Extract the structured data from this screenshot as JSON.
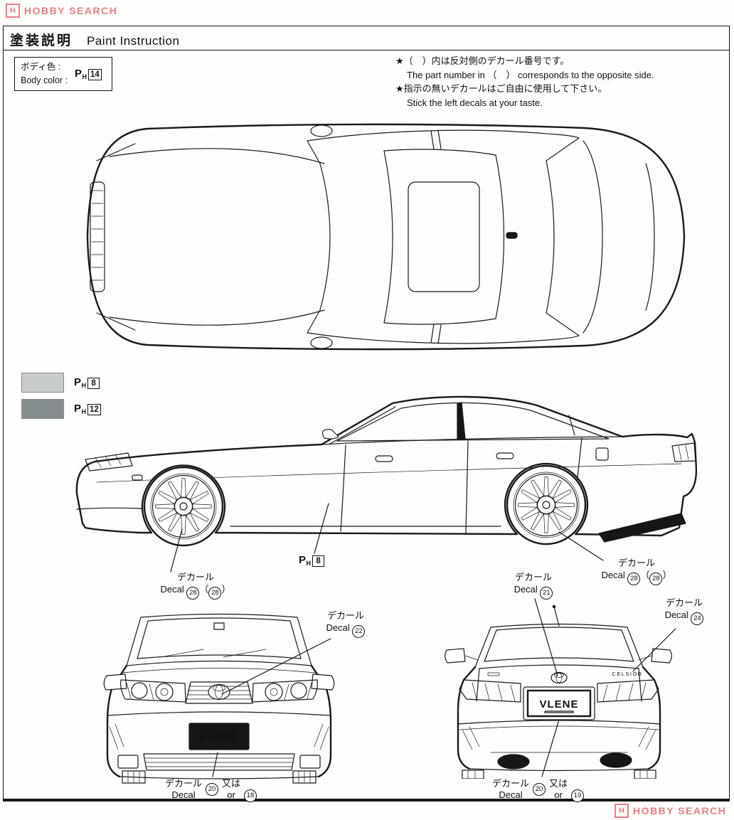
{
  "logo": {
    "h": "H",
    "text": "HOBBY SEARCH"
  },
  "title": {
    "jp": "塗装説明",
    "en": "Paint Instruction"
  },
  "body_color": {
    "jp": "ボディ色 :",
    "en": "Body color :",
    "p": "P",
    "h": "H",
    "num": "14"
  },
  "notes": {
    "l1_jp": "★（　）内は反対側のデカール番号です。",
    "l1_en": "The part number in （　） corresponds to the opposite side.",
    "l2_jp": "★指示の無いデカールはご自由に使用して下さい。",
    "l2_en": "Stick the left decals at your taste."
  },
  "swatches": [
    {
      "p": "P",
      "h": "H",
      "num": "8",
      "color": "#c9cdc9"
    },
    {
      "p": "P",
      "h": "H",
      "num": "12",
      "color": "#868d8f"
    }
  ],
  "ph8_callout": {
    "p": "P",
    "h": "H",
    "num": "8"
  },
  "callouts": {
    "jp": "デカール",
    "en": "Decal",
    "or_jp": "又は",
    "or_en": "or",
    "paren_open": "（",
    "paren_close": "）",
    "wheel_front": {
      "num": "28",
      "paren_num": "28"
    },
    "wheel_rear": {
      "num": "28",
      "paren_num": "28"
    },
    "trunk": {
      "num": "21"
    },
    "rear_side": {
      "num": "24"
    },
    "grille": {
      "num": "22"
    },
    "front_plate": {
      "num_a": "20",
      "num_b": "18"
    },
    "rear_plate": {
      "num_a": "20",
      "num_b": "19"
    }
  },
  "plates": {
    "front": "VLENE",
    "rear": "VLENE"
  },
  "badges": {
    "rear": "CELSIOR"
  }
}
